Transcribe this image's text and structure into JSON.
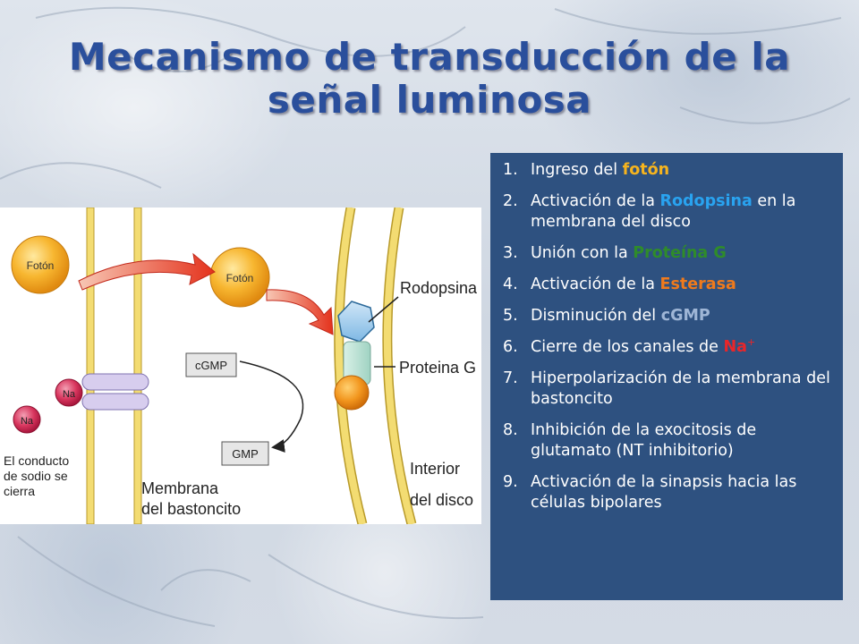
{
  "slide": {
    "title_line1": "Mecanismo de transducción de la",
    "title_line2": "señal luminosa"
  },
  "diagram": {
    "photon_label_left": "Fotón",
    "photon_label_right": "Fotón",
    "rodopsina_label": "Rodopsina",
    "proteina_g_label": "Proteina G",
    "cgmp_label": "cGMP",
    "gmp_label": "GMP",
    "na_label_1": "Na",
    "na_label_2": "Na",
    "channel_caption_line1": "El conducto",
    "channel_caption_line2": "de sodio se",
    "channel_caption_line3": "cierra",
    "membrane_caption_line1": "Membrana",
    "membrane_caption_line2": "del bastoncito",
    "disc_caption_line1": "Interior",
    "disc_caption_line2": "del disco"
  },
  "steps": [
    {
      "num": "1.",
      "pre": "Ingreso del ",
      "hl": "fotón",
      "post": "",
      "color": "#f6b41e"
    },
    {
      "num": "2.",
      "pre": "Activación de la ",
      "hl": "Rodopsina",
      "post": " en la membrana del disco",
      "color": "#29a3f0"
    },
    {
      "num": "3.",
      "pre": "Unión con la ",
      "hl": "Proteína G",
      "post": "",
      "color": "#2f8c2a"
    },
    {
      "num": "4.",
      "pre": "Activación de la ",
      "hl": "Esterasa",
      "post": "",
      "color": "#ef7a1c"
    },
    {
      "num": "5.",
      "pre": "Disminución del ",
      "hl": "cGMP",
      "post": "",
      "color": "#9fb6d6"
    },
    {
      "num": "6.",
      "pre": "Cierre de los canales de ",
      "hl": "Na",
      "sup": "+",
      "post": "",
      "color": "#e8262a"
    },
    {
      "num": "7.",
      "pre": "Hiperpolarización de la membrana del bastoncito",
      "hl": "",
      "post": "",
      "color": "#ffffff"
    },
    {
      "num": "8.",
      "pre": "Inhibición de la exocitosis de glutamato (NT inhibitorio)",
      "hl": "",
      "post": "",
      "color": "#ffffff"
    },
    {
      "num": "9.",
      "pre": "Activación de la sinapsis hacia las células bipolares",
      "hl": "",
      "post": "",
      "color": "#ffffff"
    }
  ]
}
